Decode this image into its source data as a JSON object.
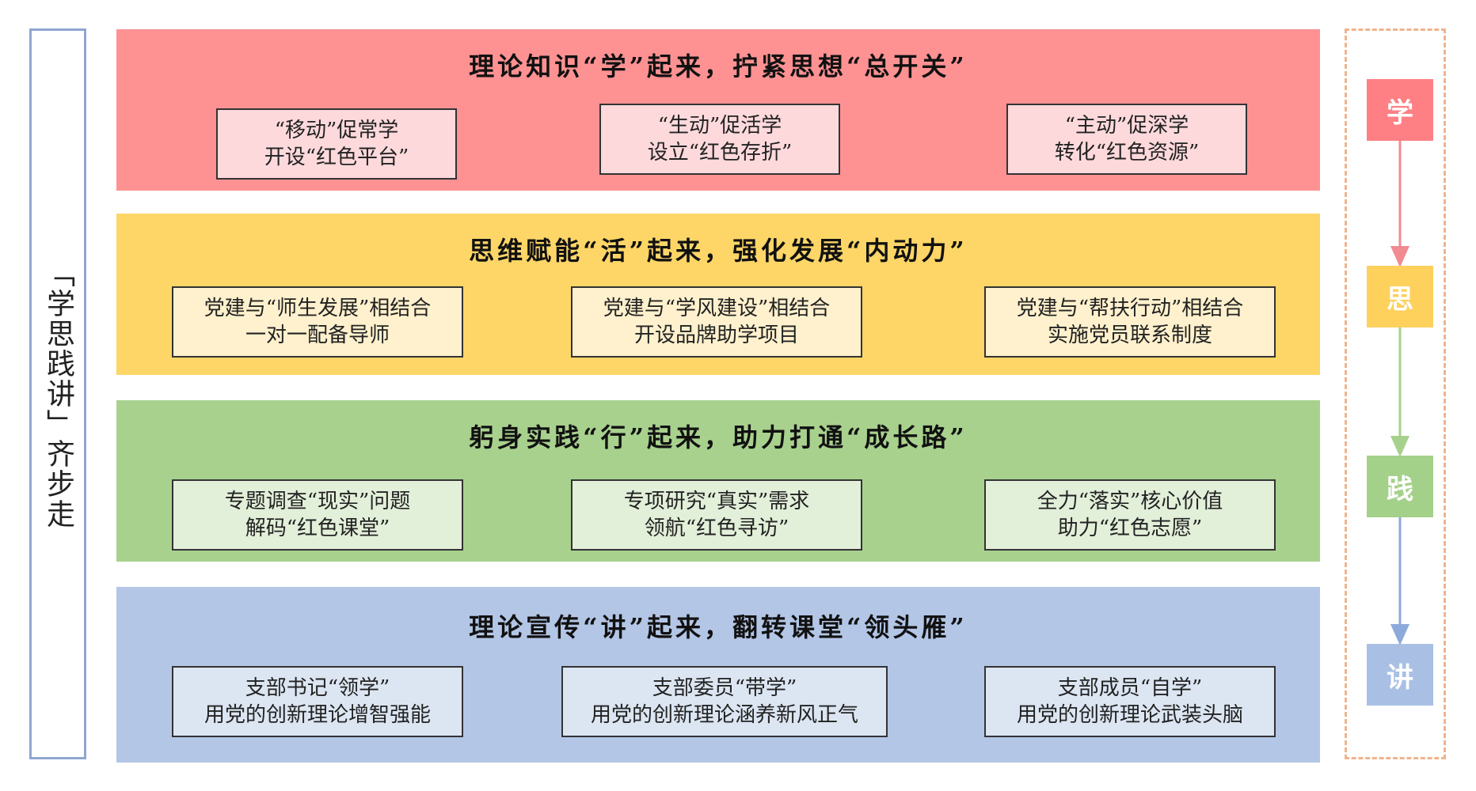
{
  "side_title": "「学思践讲」齐步走",
  "bands": [
    {
      "title": "理论知识“学”起来，拧紧思想“总开关”",
      "color": "#fe9293",
      "box_color": "#fdd9dc",
      "boxes": [
        {
          "line1": "“移动”促常学",
          "line2": "开设“红色平台”"
        },
        {
          "line1": "“生动”促活学",
          "line2": "设立“红色存折”"
        },
        {
          "line1": "“主动”促深学",
          "line2": "转化“红色资源”"
        }
      ]
    },
    {
      "title": "思维赋能“活”起来，强化发展“内动力”",
      "color": "#fdd667",
      "box_color": "#fff1cd",
      "boxes": [
        {
          "line1": "党建与“师生发展”相结合",
          "line2": "一对一配备导师"
        },
        {
          "line1": "党建与“学风建设”相结合",
          "line2": "开设品牌助学项目"
        },
        {
          "line1": "党建与“帮扶行动”相结合",
          "line2": "实施党员联系制度"
        }
      ]
    },
    {
      "title": "躬身实践“行”起来，助力打通“成长路”",
      "color": "#a8d18e",
      "box_color": "#e2efd9",
      "boxes": [
        {
          "line1": "专题调查“现实”问题",
          "line2": "解码“红色课堂”"
        },
        {
          "line1": "专项研究“真实”需求",
          "line2": "领航“红色寻访”"
        },
        {
          "line1": "全力“落实”核心价值",
          "line2": "助力“红色志愿”"
        }
      ]
    },
    {
      "title": "理论宣传“讲”起来，翻转课堂“领头雁”",
      "color": "#b3c6e6",
      "box_color": "#dce6f2",
      "boxes": [
        {
          "line1": "支部书记“领学”",
          "line2": "用党的创新理论增智强能"
        },
        {
          "line1": "支部委员“带学”",
          "line2": "用党的创新理论涵养新风正气"
        },
        {
          "line1": "支部成员“自学”",
          "line2": "用党的创新理论武装头脑"
        }
      ]
    }
  ],
  "flow_steps": [
    {
      "label": "学",
      "color": "#fe8084",
      "arrow_color": "#f08b91"
    },
    {
      "label": "思",
      "color": "#fdd15c",
      "arrow_color": "#a6d18c"
    },
    {
      "label": "践",
      "color": "#a4d18a",
      "arrow_color": "#8eaadb"
    },
    {
      "label": "讲",
      "color": "#a9c0e4"
    }
  ]
}
